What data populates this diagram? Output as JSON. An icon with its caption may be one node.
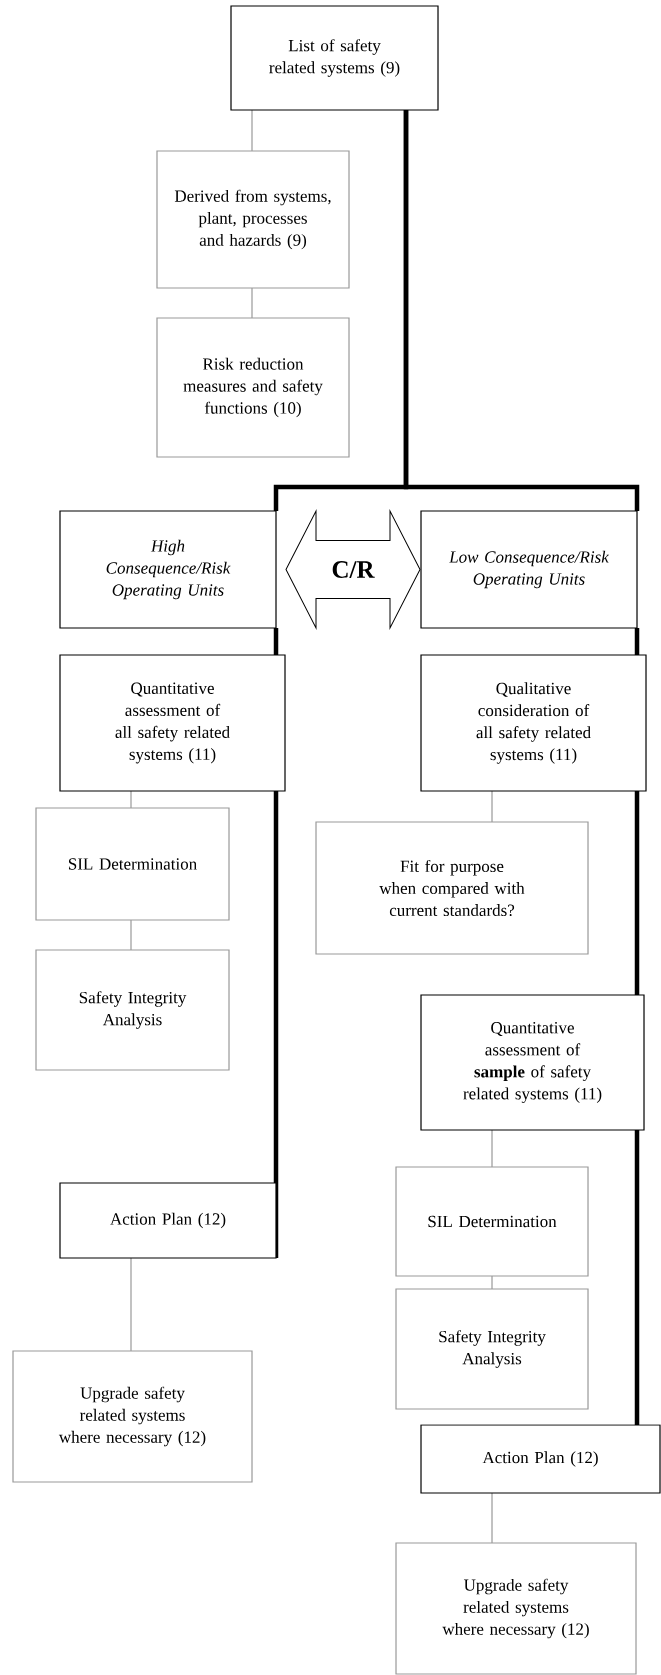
{
  "diagram": {
    "nodes": [
      {
        "text": [
          "List of safety related systems (9)"
        ]
      },
      {
        "text": [
          "Derived from systems, plant, processes and hazards (9)"
        ]
      },
      {
        "text": [
          "Risk reduction measures and safety functions (10)"
        ]
      },
      {
        "text": [
          "High Consequence/Risk Operating Units"
        ]
      },
      {
        "text": [
          "Low Consequence/Risk Operating Units"
        ]
      },
      {
        "text": [
          "Quantitative assessment of all safety related systems (11)"
        ]
      },
      {
        "text": [
          "Qualitative consideration of all safety related systems (11)"
        ]
      },
      {
        "text": [
          "SIL Determination"
        ]
      },
      {
        "text": [
          "Safety Integrity Analysis"
        ]
      },
      {
        "text": [
          "Fit for purpose when compared with current standards?"
        ]
      },
      {
        "text": [
          "Quantitative assessment of **sample** of safety related systems (11)"
        ]
      },
      {
        "text": [
          "SIL Determination"
        ]
      },
      {
        "text": [
          "Safety Integrity Analysis"
        ]
      },
      {
        "text": [
          "Action Plan (12)"
        ]
      },
      {
        "text": [
          "Upgrade safety related systems where necessary (12)"
        ]
      },
      {
        "text": [
          "Action Plan (12)"
        ]
      },
      {
        "text": [
          "Upgrade safety related systems where necessary (12)"
        ]
      }
    ],
    "edges": [
      {
        "from": 0,
        "to": 1,
        "arrow": "none"
      },
      {
        "from": 1,
        "to": 2,
        "arrow": "none"
      },
      {
        "from": 0,
        "to": 3,
        "arrow": "none",
        "style": "thick",
        "color": "#000000"
      },
      {
        "from": 0,
        "to": 4,
        "arrow": "none",
        "style": "thick",
        "color": "#000000"
      },
      {
        "from": 3,
        "to": 4,
        "arrow": "both",
        "label": "C/R",
        "color": "#000000"
      },
      {
        "from": 3,
        "to": 5,
        "arrow": "none",
        "style": "thick",
        "color": "#000000"
      },
      {
        "from": 4,
        "to": 6,
        "arrow": "none",
        "style": "thick",
        "color": "#000000"
      },
      {
        "from": 5,
        "to": 7,
        "arrow": "none"
      },
      {
        "from": 7,
        "to": 8,
        "arrow": "none"
      },
      {
        "from": 6,
        "to": 9,
        "arrow": "none"
      },
      {
        "from": 5,
        "to": 13,
        "arrow": "none",
        "style": "thick",
        "color": "#000000"
      },
      {
        "from": 6,
        "to": 10,
        "arrow": "none",
        "style": "thick",
        "color": "#000000"
      },
      {
        "from": 10,
        "to": 11,
        "arrow": "none"
      },
      {
        "from": 11,
        "to": 12,
        "arrow": "none"
      },
      {
        "from": 10,
        "to": 15,
        "arrow": "none",
        "style": "thick",
        "color": "#000000"
      },
      {
        "from": 13,
        "to": 14,
        "arrow": "none"
      },
      {
        "from": 15,
        "to": 16,
        "arrow": "none"
      }
    ]
  }
}
